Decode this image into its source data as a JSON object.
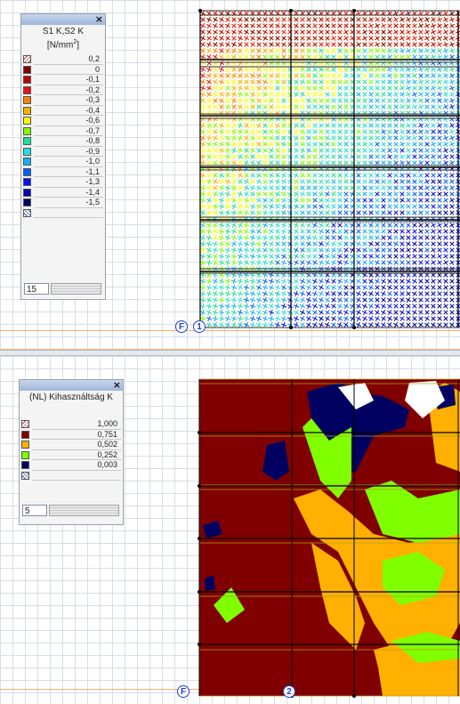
{
  "top_panel": {
    "legend": {
      "title": "S1 K,S2 K",
      "unit_base": "[N/mm",
      "unit_sup": "2",
      "unit_end": "]",
      "count": "15",
      "close_label": "×",
      "rows": [
        {
          "value": "0,2",
          "color": "hatch"
        },
        {
          "value": "0",
          "color": "#800000"
        },
        {
          "value": "-0,1",
          "color": "#c00000"
        },
        {
          "value": "-0,2",
          "color": "#f01010"
        },
        {
          "value": "-0,3",
          "color": "#ff8000"
        },
        {
          "value": "-0,4",
          "color": "#ffb000"
        },
        {
          "value": "-0,6",
          "color": "#ffff00"
        },
        {
          "value": "-0,7",
          "color": "#80ff00"
        },
        {
          "value": "-0,8",
          "color": "#20e0a0"
        },
        {
          "value": "-0,9",
          "color": "#20e0e0"
        },
        {
          "value": "-1,0",
          "color": "#10b0ff"
        },
        {
          "value": "-1,1",
          "color": "#0060ff"
        },
        {
          "value": "-1,3",
          "color": "#0010ff"
        },
        {
          "value": "-1,4",
          "color": "#0000b0"
        },
        {
          "value": "-1,5",
          "color": "#000060"
        }
      ]
    },
    "markers": [
      {
        "label": "F"
      },
      {
        "label": "1"
      }
    ]
  },
  "bottom_panel": {
    "legend": {
      "title": "(NL) Kihasználtság K",
      "count": "5",
      "close_label": "×",
      "rows": [
        {
          "value": "1,000",
          "color": "hatch"
        },
        {
          "value": "0,751",
          "color": "#800000"
        },
        {
          "value": "0,502",
          "color": "#ffb000"
        },
        {
          "value": "0,252",
          "color": "#80ff00"
        },
        {
          "value": "0,003",
          "color": "#000060"
        }
      ]
    },
    "markers": [
      {
        "label": "F"
      },
      {
        "label": "2"
      }
    ]
  }
}
